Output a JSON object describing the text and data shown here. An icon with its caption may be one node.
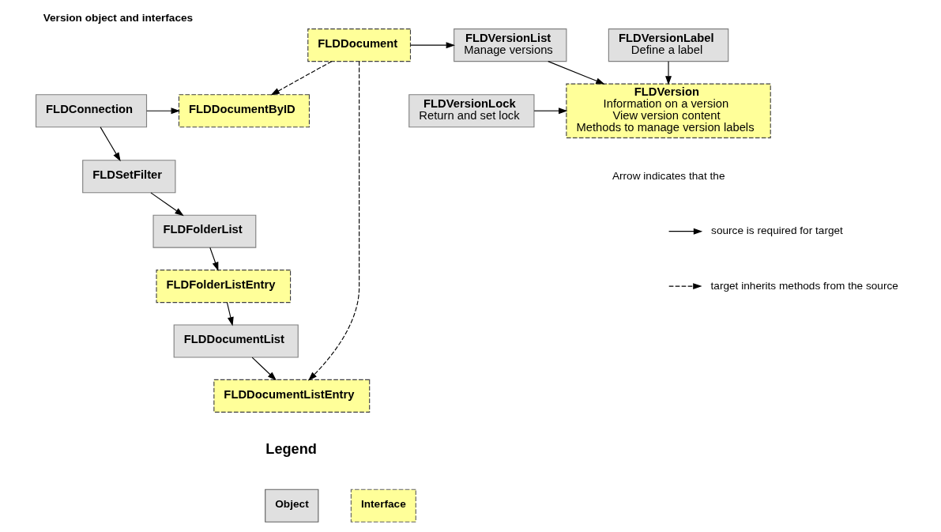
{
  "diagram": {
    "title": "Version object and interfaces",
    "nodes": [
      {
        "text": [
          "FLDConnection"
        ]
      },
      {
        "text": [
          "FLDSetFilter"
        ]
      },
      {
        "text": [
          "FLDFolderList"
        ]
      },
      {
        "text": [
          "FLDFolderListEntry"
        ]
      },
      {
        "text": [
          "FLDDocumentList"
        ]
      },
      {
        "text": [
          "FLDDocumentListEntry"
        ]
      },
      {
        "text": [
          "FLDDocumentByID"
        ]
      },
      {
        "text": [
          "FLDDocument"
        ]
      },
      {
        "text": [
          "FLDVersionList",
          "Manage versions"
        ]
      },
      {
        "text": [
          "FLDVersion",
          "Information on a version",
          "View version content",
          "Methods to manage version labels"
        ]
      },
      {
        "text": [
          "FLDVersionLock",
          "Return and set lock"
        ]
      },
      {
        "text": [
          "FLDVersionLabel",
          "Define a label"
        ]
      }
    ],
    "edges": [
      {
        "from": 0,
        "to": 1,
        "arrow": "to"
      },
      {
        "from": 1,
        "to": 2,
        "arrow": "to"
      },
      {
        "from": 2,
        "to": 3,
        "arrow": "to"
      },
      {
        "from": 3,
        "to": 4,
        "arrow": "to"
      },
      {
        "from": 4,
        "to": 5,
        "arrow": "to"
      },
      {
        "from": 0,
        "to": 6,
        "arrow": "to"
      },
      {
        "from": 7,
        "to": 6,
        "arrow": "to",
        "style": "dashed"
      },
      {
        "from": 7,
        "to": 5,
        "arrow": "to",
        "style": "dashed"
      },
      {
        "from": 7,
        "to": 8,
        "arrow": "to"
      },
      {
        "from": 8,
        "to": 9,
        "arrow": "to"
      },
      {
        "from": 10,
        "to": 9,
        "arrow": "to"
      },
      {
        "from": 11,
        "to": 9,
        "arrow": "to"
      }
    ],
    "labels": [
      "Legend",
      "Arrow indicates that the"
    ],
    "legend": [
      {
        "text": "Object",
        "color": "#e0e0e0"
      },
      {
        "text": "Interface",
        "color": "#ffff99"
      },
      {
        "text": "source is required for target"
      },
      {
        "text": "target inherits methods from the source"
      }
    ]
  }
}
